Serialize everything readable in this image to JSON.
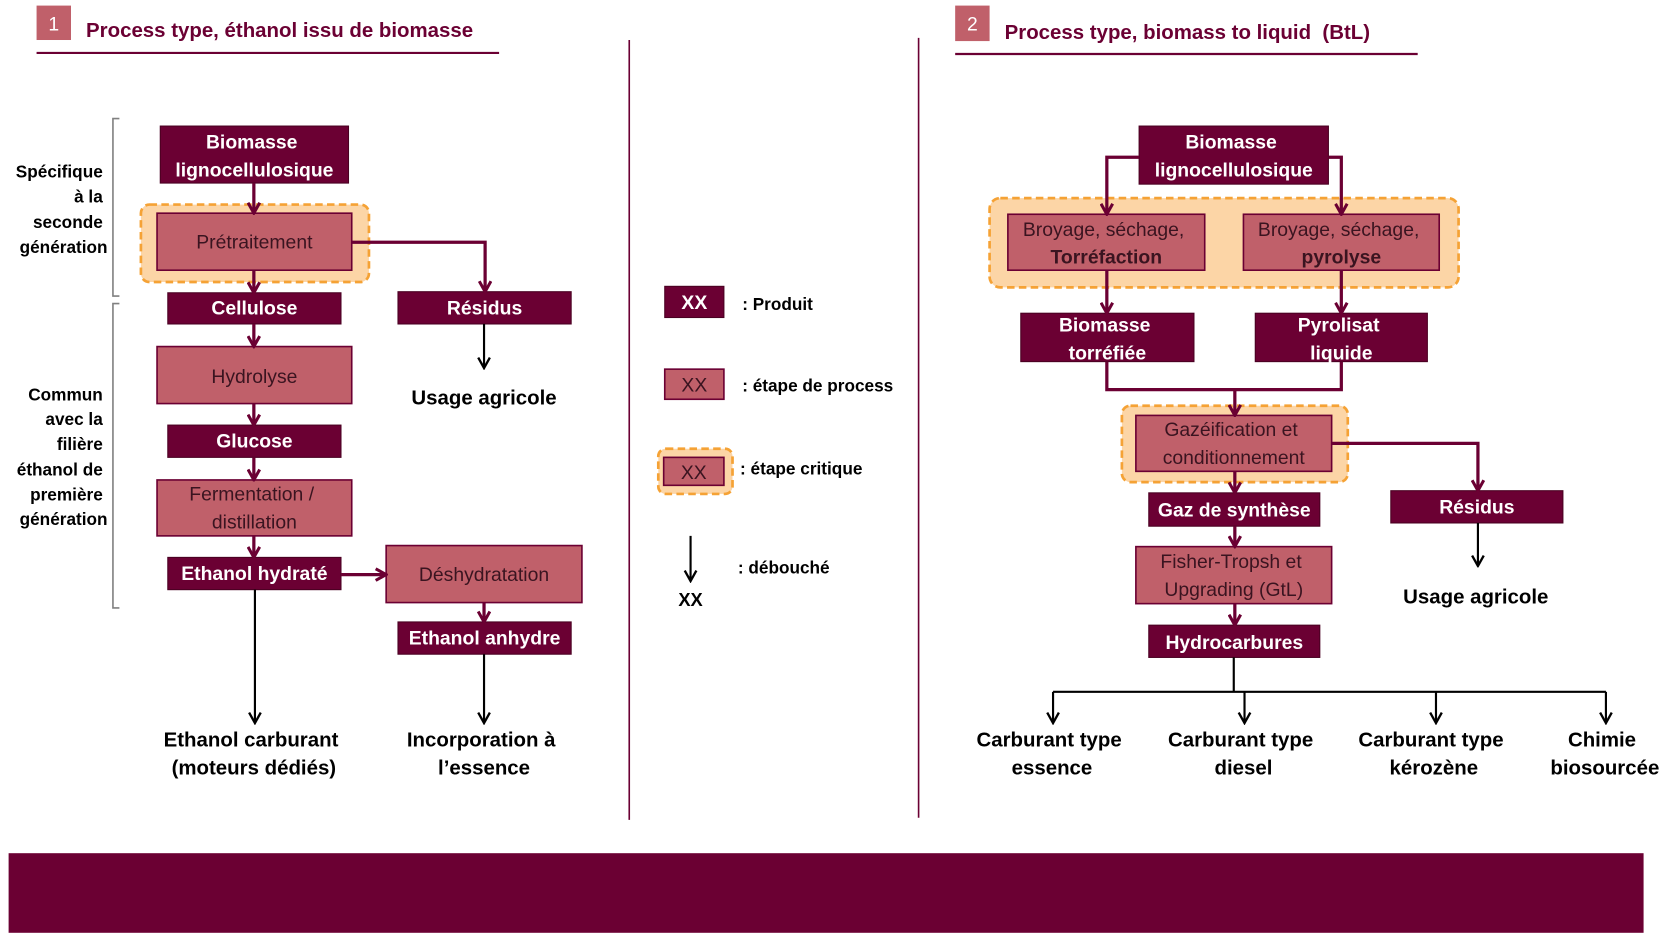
{
  "colors": {
    "product": "#6b0033",
    "process": "#c0606a",
    "critical_fill": "#fcd5a6",
    "critical_border": "#f5a235",
    "badge": "#c0606a",
    "outlet_arrow": "#000000"
  },
  "left": {
    "badge": "1",
    "title": "Process type, éthanol issu de biomasse",
    "bracket_specific": [
      "Spécifique",
      "à la",
      "seconde",
      "génération"
    ],
    "bracket_common": [
      "Commun",
      "avec la",
      "filière",
      "éthanol de",
      "première",
      "génération"
    ],
    "biomasse": [
      "Biomasse",
      "lignocellulosique"
    ],
    "pretraitement": "Prétraitement",
    "cellulose": "Cellulose",
    "residus": "Résidus",
    "usage_agricole": "Usage agricole",
    "hydrolyse": "Hydrolyse",
    "glucose": "Glucose",
    "fermentation": [
      "Fermentation /",
      "distillation"
    ],
    "ethanol_hydrate": "Ethanol hydraté",
    "deshydratation": "Déshydratation",
    "ethanol_anhydre": "Ethanol anhydre",
    "outlet_carburant": [
      "Ethanol carburant",
      "(moteurs dédiés)"
    ],
    "outlet_essence": [
      "Incorporation à",
      "l’essence"
    ]
  },
  "legend": {
    "product_box": "XX",
    "product_label": ": Produit",
    "process_box": "XX",
    "process_label": ": étape de process",
    "critical_box": "XX",
    "critical_label": ": étape critique",
    "outlet_box": "XX",
    "outlet_label": ": débouché"
  },
  "right": {
    "badge": "2",
    "title": "Process type, biomass to liquid  (BtL)",
    "biomasse": [
      "Biomasse",
      "lignocellulosique"
    ],
    "broyage_torrefaction": [
      "Broyage, séchage,",
      "Torréfaction"
    ],
    "broyage_pyrolyse": [
      "Broyage, séchage,",
      "pyrolyse"
    ],
    "biomasse_torrefiee": [
      "Biomasse",
      "torréfiée"
    ],
    "pyrolisat": [
      "Pyrolisat",
      "liquide"
    ],
    "gazeification": [
      "Gazéification et",
      "conditionnement"
    ],
    "gaz_synthese": "Gaz de synthèse",
    "residus": "Résidus",
    "usage_agricole": "Usage agricole",
    "fischer_tropsch": [
      "Fisher-Tropsh et",
      "Upgrading (GtL)"
    ],
    "hydrocarbures": "Hydrocarbures",
    "outlets": [
      [
        "Carburant type",
        "essence"
      ],
      [
        "Carburant type",
        "diesel"
      ],
      [
        "Carburant type",
        "kérozène"
      ],
      [
        "Chimie",
        "biosourcée"
      ]
    ]
  }
}
